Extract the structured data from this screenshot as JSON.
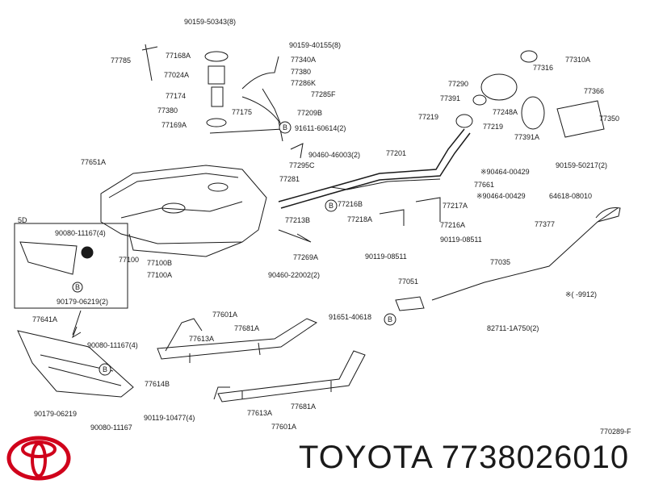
{
  "labels": [
    {
      "id": "l1",
      "text": "90159-50343(8)"
    },
    {
      "id": "l2",
      "text": "77785"
    },
    {
      "id": "l3",
      "text": "77168A"
    },
    {
      "id": "l4",
      "text": "77024A"
    },
    {
      "id": "l5",
      "text": "77174"
    },
    {
      "id": "l6",
      "text": "77380"
    },
    {
      "id": "l7",
      "text": "77175"
    },
    {
      "id": "l8",
      "text": "77169A"
    },
    {
      "id": "l9",
      "text": "90159-40155(8)"
    },
    {
      "id": "l10",
      "text": "77340A"
    },
    {
      "id": "l11",
      "text": "77380"
    },
    {
      "id": "l12",
      "text": "77286K"
    },
    {
      "id": "l13",
      "text": "77285F"
    },
    {
      "id": "l14",
      "text": "77209B"
    },
    {
      "id": "l15",
      "text": "91611-60614(2)"
    },
    {
      "id": "l16",
      "text": "90460-46003(2)"
    },
    {
      "id": "l17",
      "text": "77295C"
    },
    {
      "id": "l18",
      "text": "77281"
    },
    {
      "id": "l19",
      "text": "77201"
    },
    {
      "id": "l20",
      "text": "77310A"
    },
    {
      "id": "l21",
      "text": "77316"
    },
    {
      "id": "l22",
      "text": "77290"
    },
    {
      "id": "l23",
      "text": "77391"
    },
    {
      "id": "l24",
      "text": "77248A"
    },
    {
      "id": "l25",
      "text": "77219"
    },
    {
      "id": "l26",
      "text": "77219"
    },
    {
      "id": "l27",
      "text": "77391A"
    },
    {
      "id": "l28",
      "text": "77366"
    },
    {
      "id": "l29",
      "text": "77350"
    },
    {
      "id": "l30",
      "text": "90159-50217(2)"
    },
    {
      "id": "l31",
      "text": "77651A"
    },
    {
      "id": "l32",
      "text": "※90464-00429"
    },
    {
      "id": "l33",
      "text": "77661"
    },
    {
      "id": "l34",
      "text": "※90464-00429"
    },
    {
      "id": "l35",
      "text": "64618-08010"
    },
    {
      "id": "l36",
      "text": "77216B"
    },
    {
      "id": "l37",
      "text": "77217A"
    },
    {
      "id": "l38",
      "text": "77213B"
    },
    {
      "id": "l39",
      "text": "77218A"
    },
    {
      "id": "l40",
      "text": "77216A"
    },
    {
      "id": "l41",
      "text": "77377"
    },
    {
      "id": "l42",
      "text": "5D"
    },
    {
      "id": "l43",
      "text": "90080-11167(4)"
    },
    {
      "id": "l44",
      "text": "90119-08511"
    },
    {
      "id": "l45",
      "text": "77100"
    },
    {
      "id": "l46",
      "text": "77100B"
    },
    {
      "id": "l47",
      "text": "77269A"
    },
    {
      "id": "l48",
      "text": "90119-08511"
    },
    {
      "id": "l49",
      "text": "77035"
    },
    {
      "id": "l50",
      "text": "77100A"
    },
    {
      "id": "l51",
      "text": "90460-22002(2)"
    },
    {
      "id": "l52",
      "text": "90179-06219(2)"
    },
    {
      "id": "l53",
      "text": "77051"
    },
    {
      "id": "l54",
      "text": "※( -9912)"
    },
    {
      "id": "l55",
      "text": "77601A"
    },
    {
      "id": "l56",
      "text": "77641A"
    },
    {
      "id": "l57",
      "text": "77613A"
    },
    {
      "id": "l58",
      "text": "77681A"
    },
    {
      "id": "l59",
      "text": "91651-40618"
    },
    {
      "id": "l60",
      "text": "82711-1A750(2)"
    },
    {
      "id": "l61",
      "text": "90080-11167(4)"
    },
    {
      "id": "l62",
      "text": "77614B"
    },
    {
      "id": "l63",
      "text": "77681A"
    },
    {
      "id": "l64",
      "text": "90179-06219"
    },
    {
      "id": "l65",
      "text": "90119-10477(4)"
    },
    {
      "id": "l66",
      "text": "77613A"
    },
    {
      "id": "l67",
      "text": "90080-11167"
    },
    {
      "id": "l68",
      "text": "77601A"
    },
    {
      "id": "l69",
      "text": "770289-F"
    }
  ],
  "callouts": [
    "B",
    "B",
    "B",
    "B",
    "B"
  ],
  "brand": {
    "name": "TOYOTA",
    "part_number": "7738026010"
  },
  "colors": {
    "line": "#1a1a1a",
    "brand_red": "#d0021b",
    "text": "#1a1a1a"
  }
}
